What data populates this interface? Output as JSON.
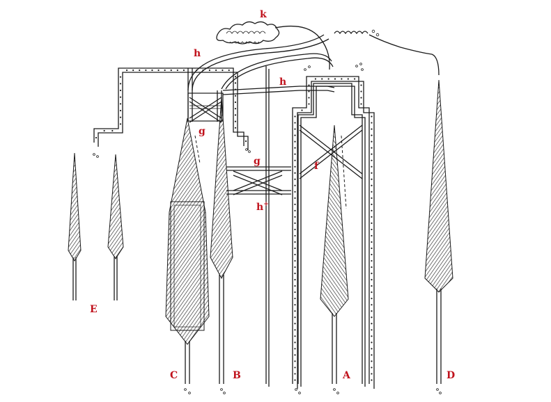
{
  "labels": {
    "k": "k",
    "h_left": "h",
    "h_right": "h",
    "g_upper": "g",
    "g_lower": "g",
    "f": "f",
    "h_plus": "h",
    "h_plus_sup": "+",
    "E": "E",
    "C": "C",
    "B": "B",
    "A": "A",
    "D": "D"
  },
  "colors": {
    "label": "#c0121c",
    "ink": "#1a1a1a",
    "background": "#ffffff"
  }
}
